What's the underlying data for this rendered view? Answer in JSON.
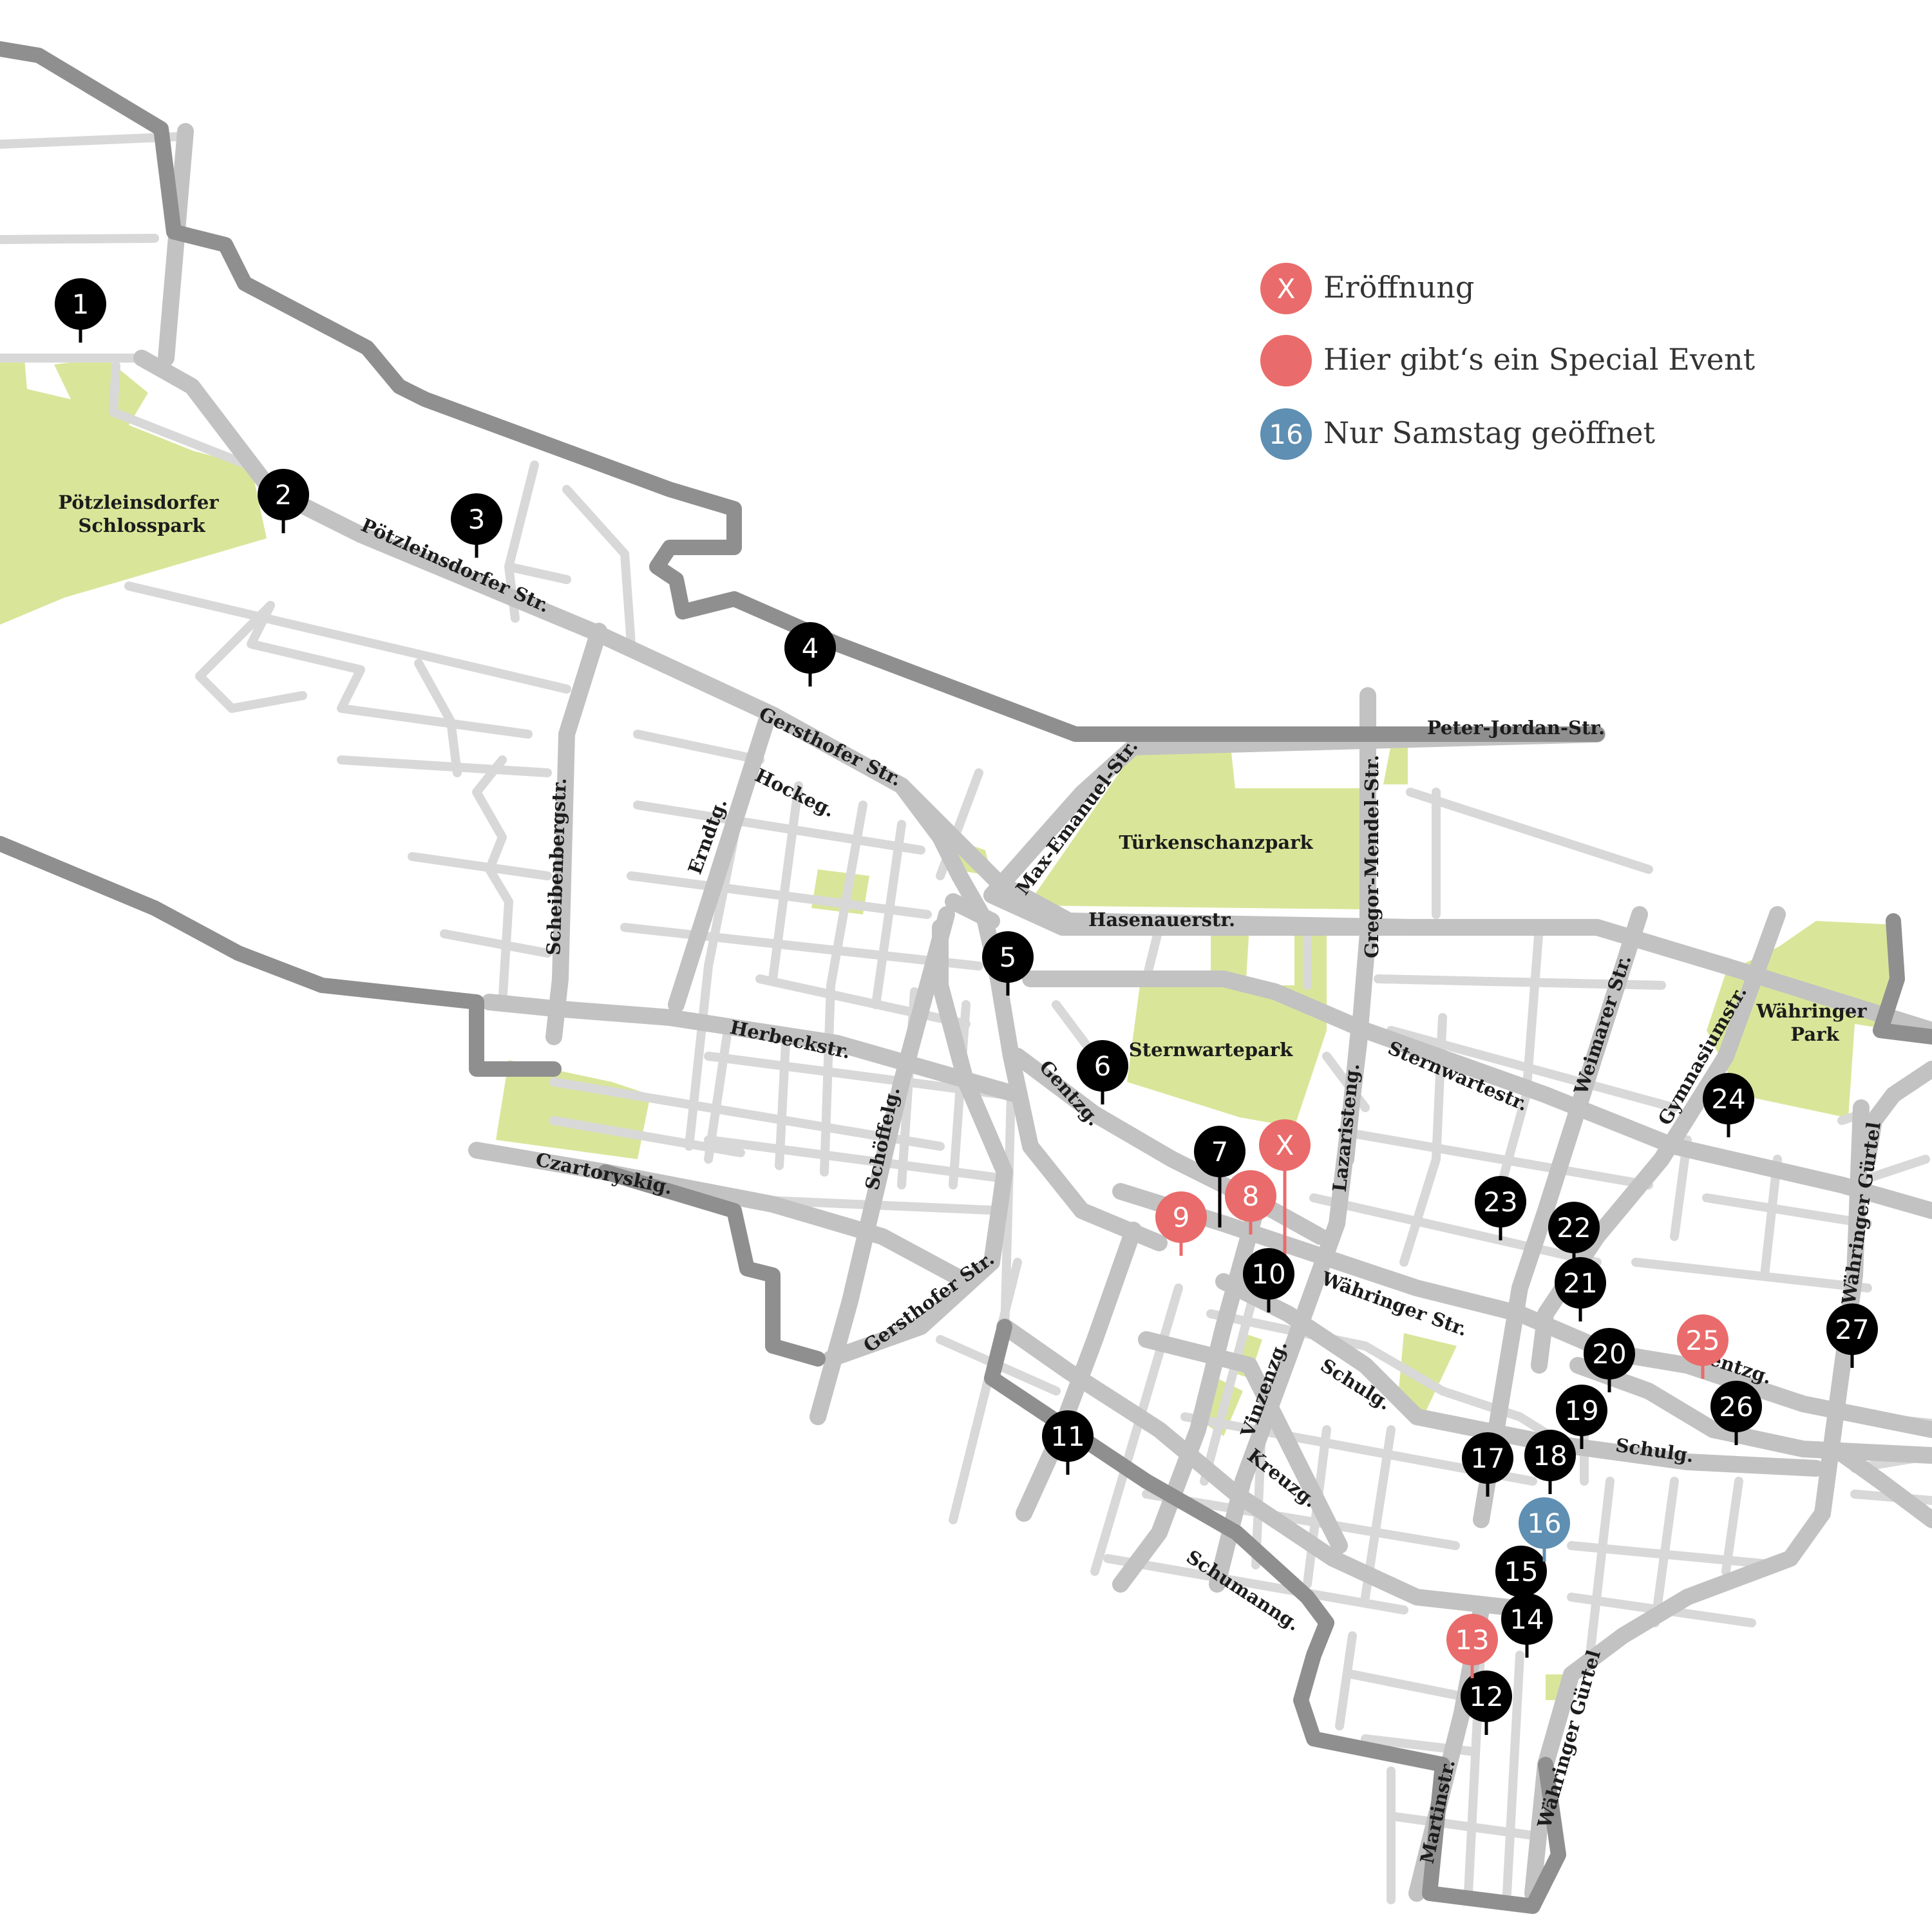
{
  "colors": {
    "park": "#d9e69a",
    "road_major": "#c2c2c2",
    "road_minor": "#d8d8d8",
    "boundary": "#8f8f8f",
    "pin_black": "#000000",
    "pin_red": "#ea6b6b",
    "pin_blue": "#5f8fb2"
  },
  "legend": [
    {
      "symbol": "X",
      "color": "red",
      "label": "Eröffnung"
    },
    {
      "symbol": "",
      "color": "red",
      "label": "Hier gibt‘s ein Special Event"
    },
    {
      "symbol": "16",
      "color": "blue",
      "label": "Nur Samstag geöffnet"
    }
  ],
  "parks": [
    {
      "id": "poetzleinsdorfer",
      "lines": [
        "Pötzleinsdorfer",
        "Schlosspark"
      ]
    },
    {
      "id": "tuerkenschanz",
      "lines": [
        "Türkenschanzpark"
      ]
    },
    {
      "id": "sternwarte",
      "lines": [
        "Sternwartepark"
      ]
    },
    {
      "id": "waehringer",
      "lines": [
        "Währinger",
        "Park"
      ]
    }
  ],
  "streets": [
    {
      "id": "poetzleinsdorfer-str",
      "text": "Pötzleinsdorfer Str."
    },
    {
      "id": "gersthofer-str-1",
      "text": "Gersthofer Str."
    },
    {
      "id": "hockeg",
      "text": "Hockeg."
    },
    {
      "id": "erndtg",
      "text": "Erndtg."
    },
    {
      "id": "scheibenbergstr",
      "text": "Scheibenbergstr."
    },
    {
      "id": "max-emanuel-str",
      "text": "Max-Emanuel-Str."
    },
    {
      "id": "peter-jordan-str",
      "text": "Peter-Jordan-Str."
    },
    {
      "id": "gregor-mendel-str",
      "text": "Gregor-Mendel-Str."
    },
    {
      "id": "hasenauerstr",
      "text": "Hasenauerstr."
    },
    {
      "id": "herbeckstr",
      "text": "Herbeckstr."
    },
    {
      "id": "czartoryskig",
      "text": "Czartoryskig."
    },
    {
      "id": "schoeffelg",
      "text": "Schöffelg."
    },
    {
      "id": "gentzg-1",
      "text": "Gentzg."
    },
    {
      "id": "gersthofer-str-2",
      "text": "Gersthofer Str."
    },
    {
      "id": "weimarer-str",
      "text": "Weimarer Str."
    },
    {
      "id": "gymnasiumstr",
      "text": "Gymnasiumstr."
    },
    {
      "id": "sternwartestr",
      "text": "Sternwartestr."
    },
    {
      "id": "lazaristeng",
      "text": "Lazaristeng."
    },
    {
      "id": "waehringer-str",
      "text": "Währinger Str."
    },
    {
      "id": "vinzenzg",
      "text": "Vinzenzg."
    },
    {
      "id": "schulg-1",
      "text": "Schulg."
    },
    {
      "id": "schulg-2",
      "text": "Schulg."
    },
    {
      "id": "kreuzg",
      "text": "Kreuzg."
    },
    {
      "id": "schumanng",
      "text": "Schumanng."
    },
    {
      "id": "gentzg-2",
      "text": "Gentzg."
    },
    {
      "id": "waehringer-guertel-1",
      "text": "Währinger Gürtel"
    },
    {
      "id": "waehringer-guertel-2",
      "text": "Währinger Gürtel"
    },
    {
      "id": "martinstr",
      "text": "Martinstr."
    }
  ],
  "pins": [
    {
      "label": "1",
      "type": "black"
    },
    {
      "label": "2",
      "type": "black"
    },
    {
      "label": "3",
      "type": "black"
    },
    {
      "label": "4",
      "type": "black"
    },
    {
      "label": "5",
      "type": "black"
    },
    {
      "label": "6",
      "type": "black"
    },
    {
      "label": "7",
      "type": "black"
    },
    {
      "label": "X",
      "type": "red"
    },
    {
      "label": "8",
      "type": "red"
    },
    {
      "label": "9",
      "type": "red"
    },
    {
      "label": "10",
      "type": "black"
    },
    {
      "label": "11",
      "type": "black"
    },
    {
      "label": "12",
      "type": "black"
    },
    {
      "label": "13",
      "type": "red"
    },
    {
      "label": "14",
      "type": "black"
    },
    {
      "label": "15",
      "type": "black"
    },
    {
      "label": "16",
      "type": "blue"
    },
    {
      "label": "17",
      "type": "black"
    },
    {
      "label": "18",
      "type": "black"
    },
    {
      "label": "19",
      "type": "black"
    },
    {
      "label": "20",
      "type": "black"
    },
    {
      "label": "21",
      "type": "black"
    },
    {
      "label": "22",
      "type": "black"
    },
    {
      "label": "23",
      "type": "black"
    },
    {
      "label": "24",
      "type": "black"
    },
    {
      "label": "25",
      "type": "red"
    },
    {
      "label": "26",
      "type": "black"
    },
    {
      "label": "27",
      "type": "black"
    }
  ]
}
